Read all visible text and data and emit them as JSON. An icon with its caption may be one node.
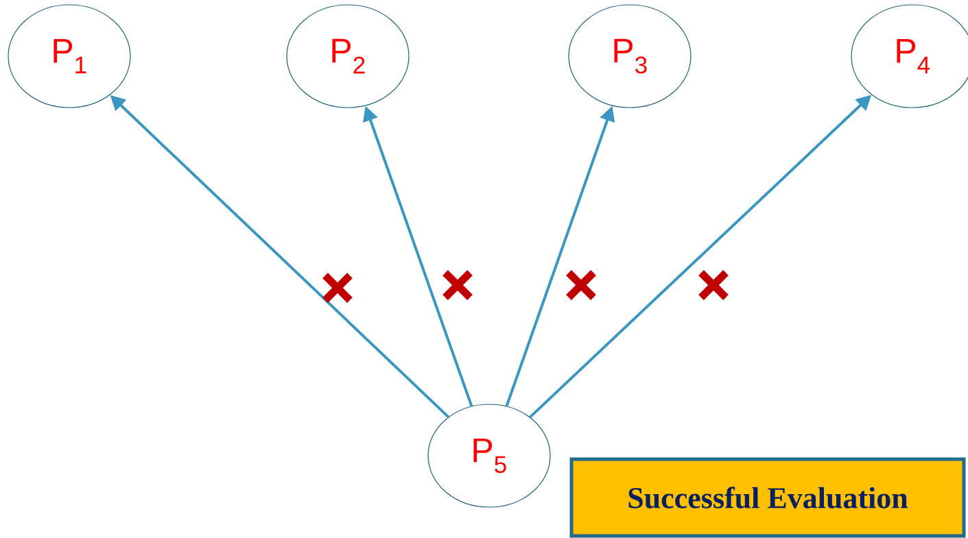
{
  "diagram": {
    "nodes": [
      {
        "text": [
          "P$_{1}$"
        ]
      },
      {
        "text": [
          "P$_{2}$"
        ]
      },
      {
        "text": [
          "P$_{3}$"
        ]
      },
      {
        "text": [
          "P$_{4}$"
        ]
      },
      {
        "text": [
          "P$_{5}$"
        ]
      },
      {
        "text": [
          "Successful Evaluation"
        ]
      }
    ],
    "edges": [
      {
        "from": 4,
        "to": 0,
        "arrow": "to"
      },
      {
        "from": 4,
        "to": 1,
        "arrow": "to"
      },
      {
        "from": 4,
        "to": 2,
        "arrow": "to"
      },
      {
        "from": 4,
        "to": 3,
        "arrow": "to"
      }
    ]
  }
}
